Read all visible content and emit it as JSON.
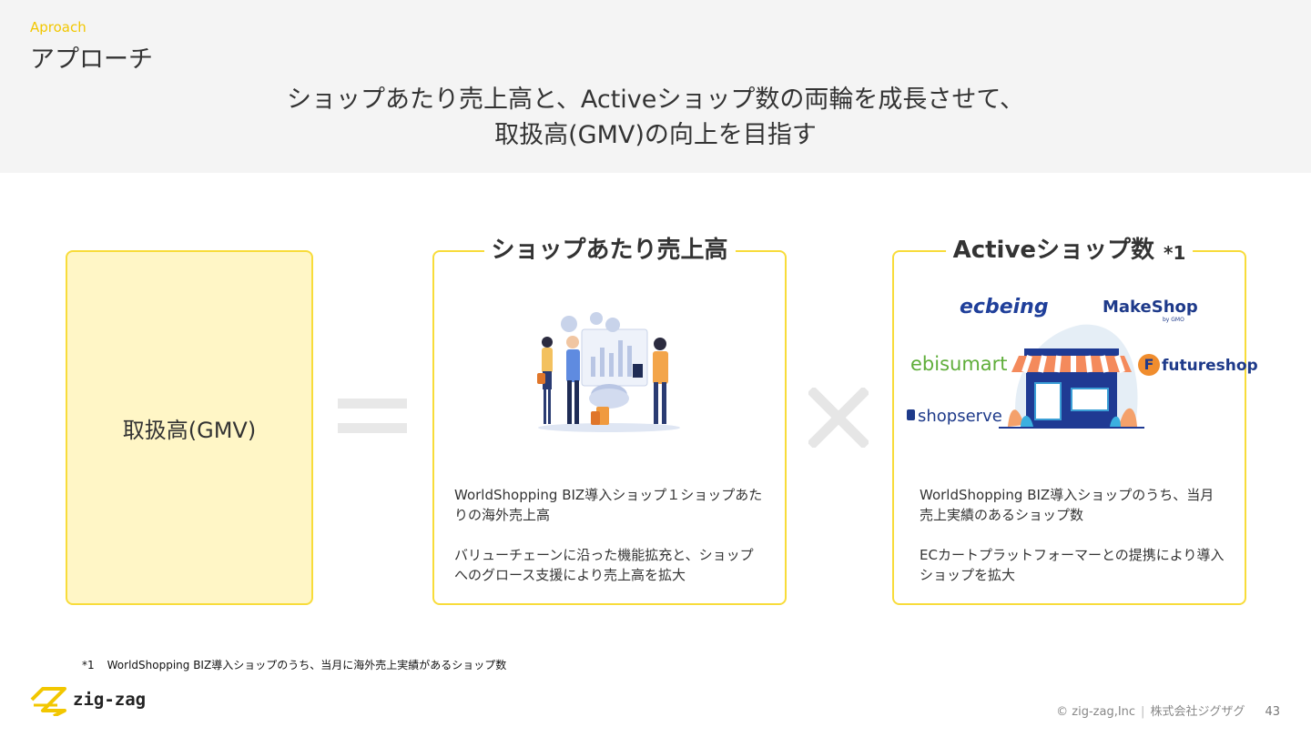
{
  "header": {
    "eyebrow": "Aproach",
    "title": "アプローチ",
    "headline_line1": "ショップあたり売上高と、Activeショップ数の両輪を成長させて、",
    "headline_line2": "取扱高(GMV)の向上を目指す"
  },
  "formula": {
    "gmv_label": "取扱高(GMV)",
    "equals_icon": "equals-icon",
    "times_icon": "multiply-icon"
  },
  "sales_panel": {
    "title": "ショップあたり売上高",
    "desc1": "WorldShopping BIZ導入ショップ１ショップあたりの海外売上高",
    "desc2": "バリューチェーンに沿った機能拡充と、ショップへのグロース支援により売上高を拡大",
    "illustration": "business-people-chart-illustration"
  },
  "shops_panel": {
    "title": "Activeショップ数",
    "title_note": "*1",
    "desc1": "WorldShopping BIZ導入ショップのうち、当月売上実績のあるショップ数",
    "desc2": "ECカートプラットフォーマーとの提携により導入ショップを拡大",
    "logos": {
      "ecbeing": "ecbeing",
      "makeshop": "MakeShop",
      "makeshop_sub": "by GMO",
      "ebisumart": "ebisumart",
      "futureshop": "futureshop",
      "futureshop_mark": "F",
      "shopserve": "shopserve"
    },
    "illustration": "storefront-illustration"
  },
  "footnote": {
    "num": "*1",
    "text": "WorldShopping BIZ導入ショップのうち、当月に海外売上実績があるショップ数"
  },
  "footer": {
    "brand": "zig-zag",
    "copyright": "© zig-zag,Inc",
    "company": "株式会社ジグザグ",
    "page_number": "43"
  },
  "colors": {
    "accent_yellow": "#f8dc3a",
    "gmv_fill": "#fff6c6",
    "header_bg": "#f4f4f4",
    "logo_navy": "#1e3a8a"
  }
}
